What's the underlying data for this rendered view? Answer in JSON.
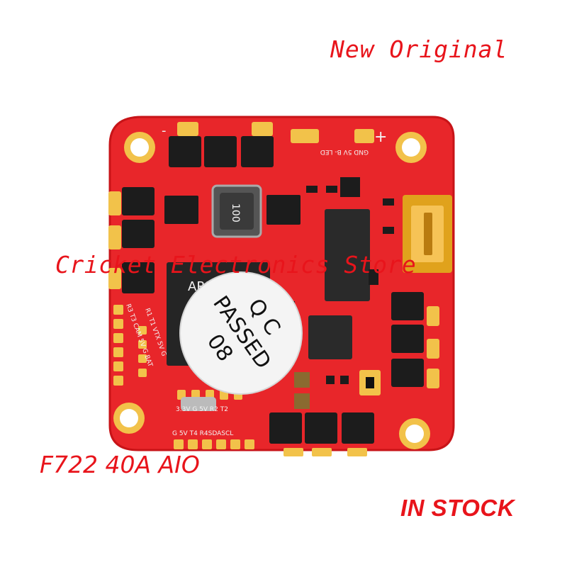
{
  "banner": {
    "top_right": "New Original",
    "watermark": "Cricket Electronics Store",
    "product_name": "F722 40A AIO",
    "availability": "IN STOCK"
  },
  "sticker": {
    "line1": "Q C",
    "line2": "PASSED",
    "line3": "08"
  },
  "board": {
    "inductor_marking": "100",
    "chip_marking": "ARM",
    "silkscreen_top": "GND 5V B- LED",
    "pad_row_bottom_1": "3.3V G 5V R2 T2",
    "pad_row_bottom_2": "G 5V T4 R4SDASCL",
    "pad_col_left": "R3 T3 CAM 5V G BAT",
    "pad_col_left_2": "R1 T1 VTX 5V G",
    "plus_sign": "+",
    "minus_sign": "-"
  },
  "colors": {
    "pcb": "#e8262a",
    "pcb_edge": "#c81418",
    "gold": "#f2c24a",
    "chip": "#1c1c1c",
    "text_red": "#e8141b"
  }
}
